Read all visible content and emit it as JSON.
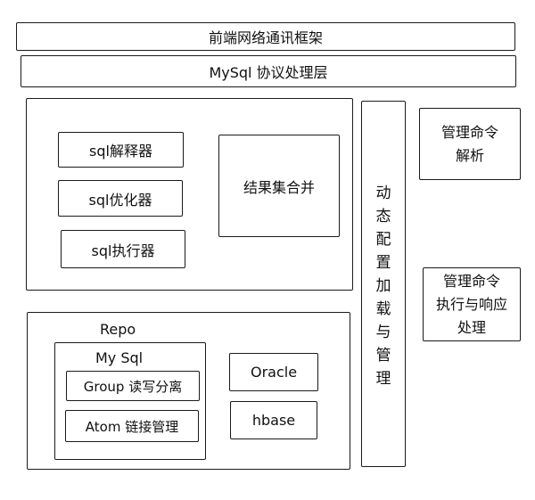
{
  "layers": {
    "frontend_network": "前端网络通讯框架",
    "mysql_protocol": "MySql 协议处理层"
  },
  "sql_block": {
    "parser": "sql解释器",
    "optimizer": "sql优化器",
    "executor": "sql执行器",
    "result_merge": "结果集合并"
  },
  "repo_block": {
    "title": "Repo",
    "mysql_title": "My Sql",
    "group": "Group 读写分离",
    "atom": "Atom 链接管理",
    "oracle": "Oracle",
    "hbase": "hbase"
  },
  "dynamic_config": {
    "chars": [
      "动",
      "态",
      "配",
      "置",
      "加",
      "载",
      "与",
      "管",
      "理"
    ]
  },
  "management": {
    "command_parse": "管理命令\n解析",
    "command_execute": "管理命令\n执行与响应\n处理"
  }
}
